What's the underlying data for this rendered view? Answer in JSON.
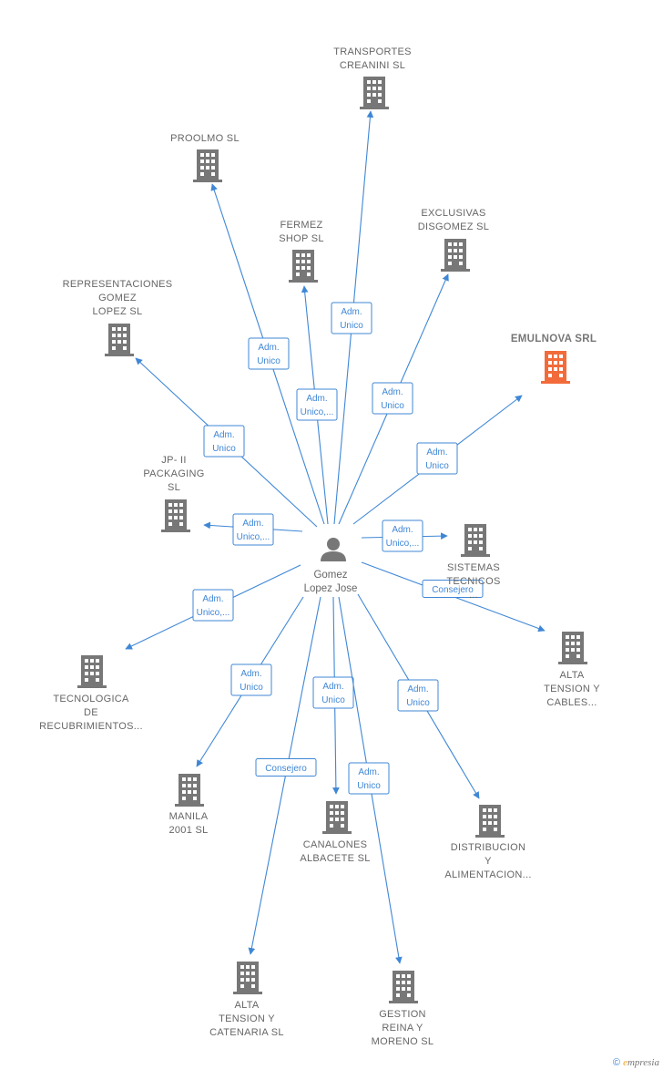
{
  "center": {
    "label_lines": [
      "Gomez",
      "Lopez Jose"
    ],
    "icon": "person-icon"
  },
  "colors": {
    "edge": "#3f87d6",
    "building": "#777777",
    "highlight": "#f26b3a"
  },
  "nodes": [
    {
      "id": "transportes-creanini",
      "lines": [
        "TRANSPORTES",
        "CREANINI  SL"
      ],
      "highlight": false
    },
    {
      "id": "proolmo",
      "lines": [
        "PROOLMO  SL"
      ],
      "highlight": false
    },
    {
      "id": "fermez-shop",
      "lines": [
        "FERMEZ",
        "SHOP SL"
      ],
      "highlight": false
    },
    {
      "id": "exclusivas-disgomez",
      "lines": [
        "EXCLUSIVAS",
        "DISGOMEZ  SL"
      ],
      "highlight": false
    },
    {
      "id": "representaciones-gomez-lopez",
      "lines": [
        "REPRESENTACIONES",
        "GOMEZ",
        "LOPEZ  SL"
      ],
      "highlight": false
    },
    {
      "id": "emulnova",
      "lines": [
        "EMULNOVA SRL"
      ],
      "highlight": true
    },
    {
      "id": "jp-ii-packaging",
      "lines": [
        "JP- II",
        "PACKAGING",
        "SL"
      ],
      "highlight": false
    },
    {
      "id": "sistemas-tecnicos",
      "lines": [
        "SISTEMAS",
        "TECNICOS",
        "..."
      ],
      "highlight": false
    },
    {
      "id": "alta-tension-cables",
      "lines": [
        "ALTA",
        "TENSION Y",
        "CABLES..."
      ],
      "highlight": false
    },
    {
      "id": "tecnologica-recubrimientos",
      "lines": [
        "TECNOLOGICA",
        "DE",
        "RECUBRIMIENTOS..."
      ],
      "highlight": false
    },
    {
      "id": "manila-2001",
      "lines": [
        "MANILA",
        "2001 SL"
      ],
      "highlight": false
    },
    {
      "id": "canalones-albacete",
      "lines": [
        "CANALONES",
        "ALBACETE SL"
      ],
      "highlight": false
    },
    {
      "id": "distribucion-alimentacion",
      "lines": [
        "DISTRIBUCION",
        "Y",
        "ALIMENTACION..."
      ],
      "highlight": false
    },
    {
      "id": "alta-tension-catenaria",
      "lines": [
        "ALTA",
        "TENSION Y",
        "CATENARIA SL"
      ],
      "highlight": false
    },
    {
      "id": "gestion-reina-moreno",
      "lines": [
        "GESTION",
        "REINA Y",
        "MORENO  SL"
      ],
      "highlight": false
    }
  ],
  "edges": [
    {
      "to": "transportes-creanini",
      "label_lines": [
        "Adm.",
        "Unico"
      ]
    },
    {
      "to": "proolmo",
      "label_lines": [
        "Adm.",
        "Unico"
      ]
    },
    {
      "to": "fermez-shop",
      "label_lines": [
        "Adm.",
        "Unico,..."
      ]
    },
    {
      "to": "exclusivas-disgomez",
      "label_lines": [
        "Adm.",
        "Unico"
      ]
    },
    {
      "to": "representaciones-gomez-lopez",
      "label_lines": [
        "Adm.",
        "Unico"
      ]
    },
    {
      "to": "emulnova",
      "label_lines": [
        "Adm.",
        "Unico"
      ]
    },
    {
      "to": "jp-ii-packaging",
      "label_lines": [
        "Adm.",
        "Unico,..."
      ]
    },
    {
      "to": "sistemas-tecnicos",
      "label_lines": [
        "Adm.",
        "Unico,..."
      ]
    },
    {
      "to": "alta-tension-cables",
      "label_lines": [
        "Consejero"
      ]
    },
    {
      "to": "tecnologica-recubrimientos",
      "label_lines": [
        "Adm.",
        "Unico,..."
      ]
    },
    {
      "to": "manila-2001",
      "label_lines": [
        "Adm.",
        "Unico"
      ]
    },
    {
      "to": "canalones-albacete",
      "label_lines": [
        "Adm.",
        "Unico"
      ]
    },
    {
      "to": "distribucion-alimentacion",
      "label_lines": [
        "Adm.",
        "Unico"
      ]
    },
    {
      "to": "alta-tension-catenaria",
      "label_lines": [
        "Consejero"
      ]
    },
    {
      "to": "gestion-reina-moreno",
      "label_lines": [
        "Adm.",
        "Unico"
      ]
    }
  ],
  "footer": {
    "copyright": "©",
    "brand_e": "e",
    "brand_rest": "mpresia"
  }
}
